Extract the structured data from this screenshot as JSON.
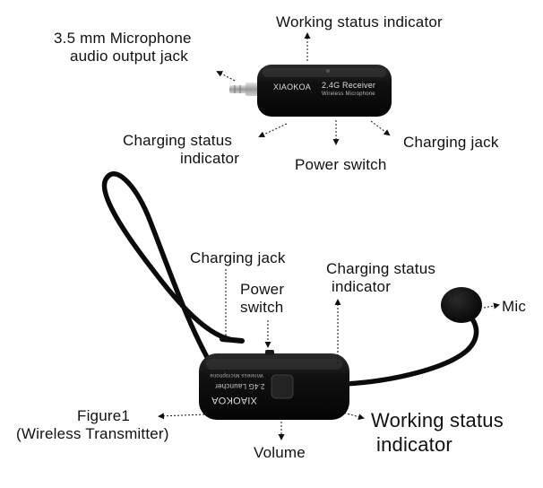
{
  "receiver": {
    "brand": "XIAOKOA",
    "model": "2.4G Receiver",
    "subtitle": "Wireless Microphone",
    "labels": {
      "working_status": "Working status indicator",
      "audio_jack_line1": "3.5 mm Microphone",
      "audio_jack_line2": "audio output jack",
      "charging_status_line1": "Charging status",
      "charging_status_line2": "indicator",
      "power_switch": "Power switch",
      "charging_jack": "Charging jack"
    }
  },
  "transmitter": {
    "brand": "XIAOKOA",
    "model": "2.4G Launcher",
    "subtitle": "Wireless Microphone",
    "labels": {
      "charging_jack": "Charging jack",
      "power_switch_line1": "Power",
      "power_switch_line2": "switch",
      "charging_status_line1": "Charging status",
      "charging_status_line2": "indicator",
      "mic": "Mic",
      "figure_line1": "Figure1",
      "figure_line2": "(Wireless Transmitter)",
      "working_status_line1": "Working status",
      "working_status_line2": "indicator",
      "volume": "Volume"
    }
  },
  "colors": {
    "device_body": "#0d0d0d",
    "device_highlight": "#3a3a3a",
    "text": "#111111",
    "jack_metal": "#b9b9b9"
  }
}
